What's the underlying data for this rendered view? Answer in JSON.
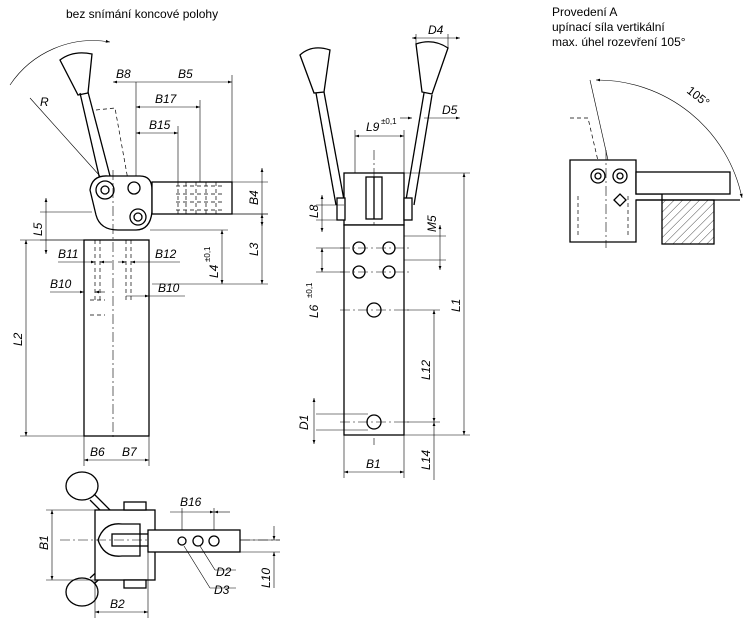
{
  "header": {
    "note_left": "bez snímání koncové polohy",
    "variant_title": "Provedení A",
    "variant_line2": "upínací síla vertikální",
    "variant_line3": "max. úhel rozevření 105°"
  },
  "labels": {
    "B8": "B8",
    "B5": "B5",
    "B17": "B17",
    "B15": "B15",
    "R": "R",
    "B4": "B4",
    "L5": "L5",
    "L3": "L3",
    "L4": "L4",
    "L4_tol": "±0,1",
    "B11": "B11",
    "B12": "B12",
    "B10a": "B10",
    "B10b": "B10",
    "L2": "L2",
    "B6": "B6",
    "B7": "B7",
    "D4": "D4",
    "D5": "D5",
    "L9": "L9",
    "L9_tol": "±0,1",
    "L8": "L8",
    "M5": "M5",
    "L6": "L6",
    "L6_tol": "±0,1",
    "L1": "L1",
    "L12": "L12",
    "D1": "D1",
    "L14": "L14",
    "B1a": "B1",
    "B16": "B16",
    "B1b": "B1",
    "L10": "L10",
    "D2": "D2",
    "D3": "D3",
    "B2": "B2",
    "angle": "105°"
  }
}
